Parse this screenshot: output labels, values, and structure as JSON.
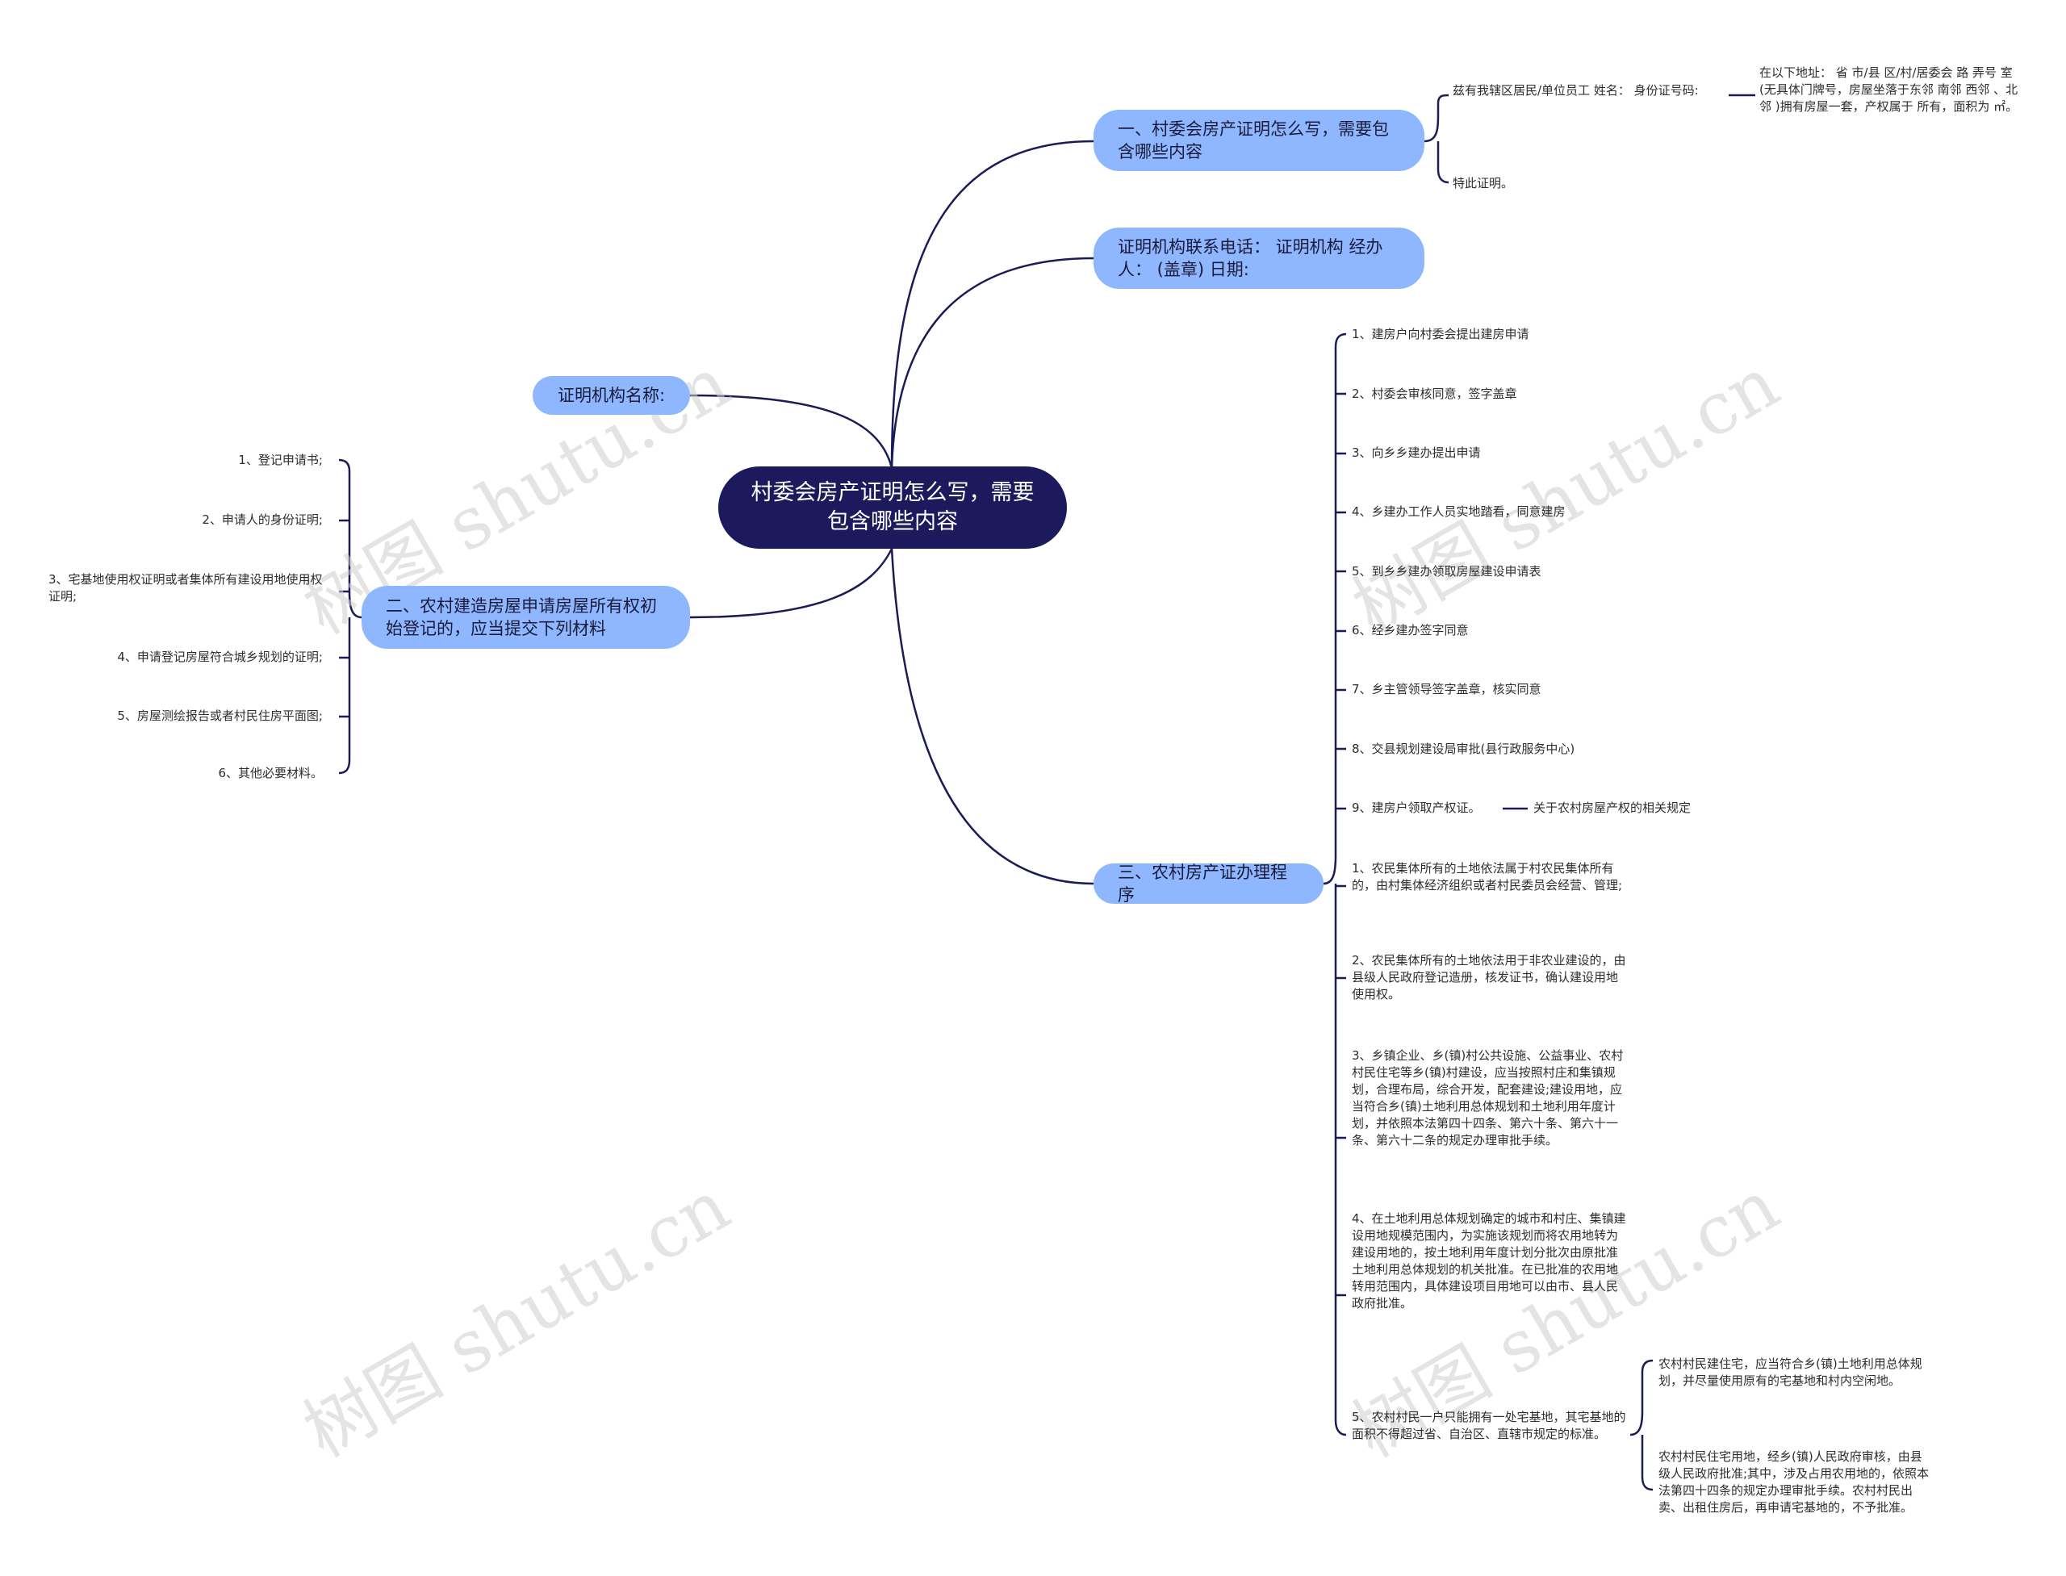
{
  "root": "村委会房产证明怎么写，需要包含哪些内容",
  "branches": {
    "b1": "一、村委会房产证明怎么写，需要包含哪些内容",
    "b2": "证明机构联系电话： 证明机构 经办人： (盖章) 日期:",
    "b3": "三、农村房产证办理程序",
    "b4": "证明机构名称:",
    "b5": "二、农村建造房屋申请房屋所有权初始登记的，应当提交下列材料"
  },
  "b1_children": {
    "c1": "兹有我辖区居民/单位员工 姓名： 身份证号码:",
    "c1_detail": "在以下地址： 省 市/县 区/村/居委会 路 弄号 室(无具体门牌号，房屋坐落于东邻 南邻 西邻 、北邻 )拥有房屋一套，产权属于 所有，面积为 ㎡。",
    "c2": "特此证明。"
  },
  "b3_children": [
    "1、建房户向村委会提出建房申请",
    "2、村委会审核同意，签字盖章",
    "3、向乡乡建办提出申请",
    "4、乡建办工作人员实地踏看，同意建房",
    "5、到乡乡建办领取房屋建设申请表",
    "6、经乡建办签字同意",
    "7、乡主管领导签字盖章，核实同意",
    "8、交县规划建设局审批(县行政服务中心)",
    "9、建房户领取产权证。",
    "1、农民集体所有的土地依法属于村农民集体所有的，由村集体经济组织或者村民委员会经营、管理;",
    "2、农民集体所有的土地依法用于非农业建设的，由县级人民政府登记造册，核发证书，确认建设用地使用权。",
    "3、乡镇企业、乡(镇)村公共设施、公益事业、农村村民住宅等乡(镇)村建设，应当按照村庄和集镇规划，合理布局，综合开发，配套建设;建设用地，应当符合乡(镇)土地利用总体规划和土地利用年度计划，并依照本法第四十四条、第六十条、第六十一条、第六十二条的规定办理审批手续。",
    "4、在土地利用总体规划确定的城市和村庄、集镇建设用地规模范围内，为实施该规划而将农用地转为建设用地的，按土地利用年度计划分批次由原批准土地利用总体规划的机关批准。在已批准的农用地转用范围内，具体建设项目用地可以由市、县人民政府批准。",
    "5、农村村民一户只能拥有一处宅基地，其宅基地的面积不得超过省、自治区、直辖市规定的标准。"
  ],
  "b3_item9_detail": "关于农村房屋产权的相关规定",
  "b3_item5_details": [
    "农村村民建住宅，应当符合乡(镇)土地利用总体规划，并尽量使用原有的宅基地和村内空闲地。",
    "农村村民住宅用地，经乡(镇)人民政府审核，由县级人民政府批准;其中，涉及占用农用地的，依照本法第四十四条的规定办理审批手续。农村村民出卖、出租住房后，再申请宅基地的，不予批准。"
  ],
  "b5_children": [
    "1、登记申请书;",
    "2、申请人的身份证明;",
    "3、宅基地使用权证明或者集体所有建设用地使用权证明;",
    "4、申请登记房屋符合城乡规划的证明;",
    "5、房屋测绘报告或者村民住房平面图;",
    "6、其他必要材料。"
  ],
  "watermark": "树图 shutu.cn",
  "colors": {
    "root": "#1c1a5c",
    "branch": "#8fb7ff",
    "line": "#1b1b57"
  }
}
